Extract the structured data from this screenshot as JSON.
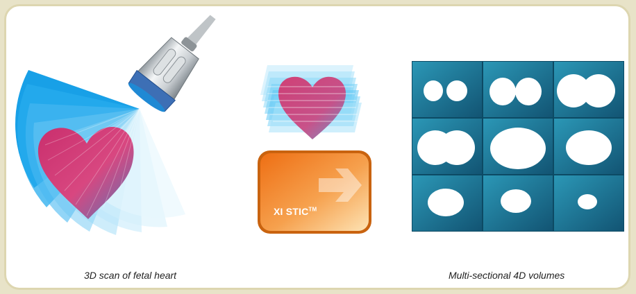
{
  "captions": {
    "left": "3D scan of fetal heart",
    "right": "Multi-sectional 4D volumes"
  },
  "feature_button": {
    "label": "XI STIC",
    "superscript": "TM"
  },
  "colors": {
    "frame_border": "#ddd6b0",
    "scan_beam": "#1ab3ee",
    "heart_pink": "#d43a74",
    "heart_blue": "#5a7bb8",
    "button_orange": "#ef7a1e",
    "button_light": "#fbd89b",
    "grid_teal": "#23839d",
    "grid_dark": "#0f4d68"
  },
  "icons": {
    "probe": "ultrasound-probe-icon",
    "arrow": "right-arrow-icon",
    "heart": "heart-icon"
  },
  "volume_grid": {
    "rows": 3,
    "cols": 3
  }
}
